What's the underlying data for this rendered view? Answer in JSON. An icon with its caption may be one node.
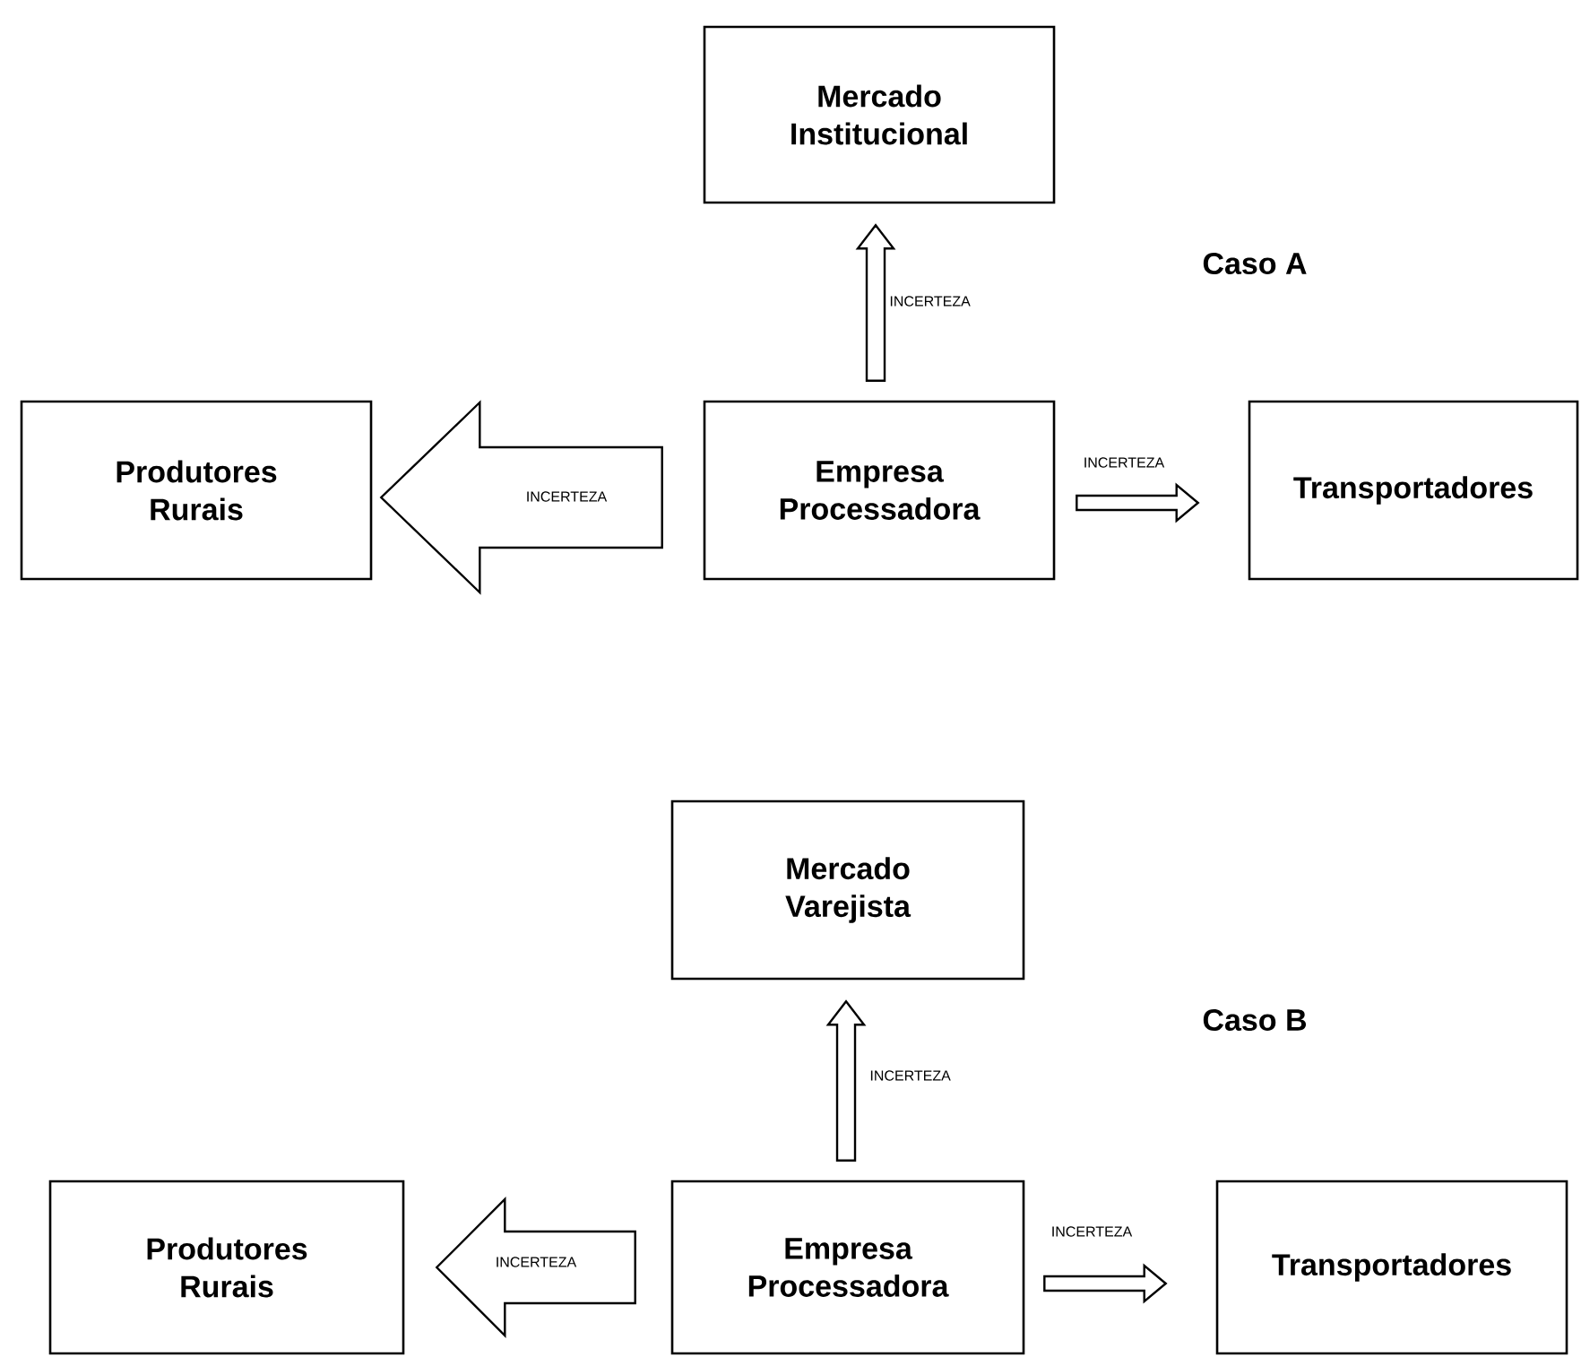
{
  "diagram": {
    "nodes": [
      {
        "text": [
          "Mercado Institucional"
        ]
      },
      {
        "text": [
          "Produtores Rurais"
        ]
      },
      {
        "text": [
          "Empresa Processadora"
        ]
      },
      {
        "text": [
          "Transportadores"
        ]
      },
      {
        "text": [
          "Mercado Varejista"
        ]
      },
      {
        "text": [
          "Produtores Rurais"
        ]
      },
      {
        "text": [
          "Empresa Processadora"
        ]
      },
      {
        "text": [
          "Transportadores"
        ]
      }
    ],
    "edges": [
      {
        "from": 2,
        "to": 0,
        "arrow": "to",
        "label": "INCERTEZA"
      },
      {
        "from": 2,
        "to": 1,
        "arrow": "to",
        "label": "INCERTEZA"
      },
      {
        "from": 2,
        "to": 3,
        "arrow": "to",
        "label": "INCERTEZA"
      },
      {
        "from": 6,
        "to": 4,
        "arrow": "to",
        "label": "INCERTEZA"
      },
      {
        "from": 6,
        "to": 5,
        "arrow": "to",
        "label": "INCERTEZA"
      },
      {
        "from": 6,
        "to": 7,
        "arrow": "to",
        "label": "INCERTEZA"
      }
    ],
    "labels": [
      "Caso A",
      "Caso B"
    ]
  }
}
